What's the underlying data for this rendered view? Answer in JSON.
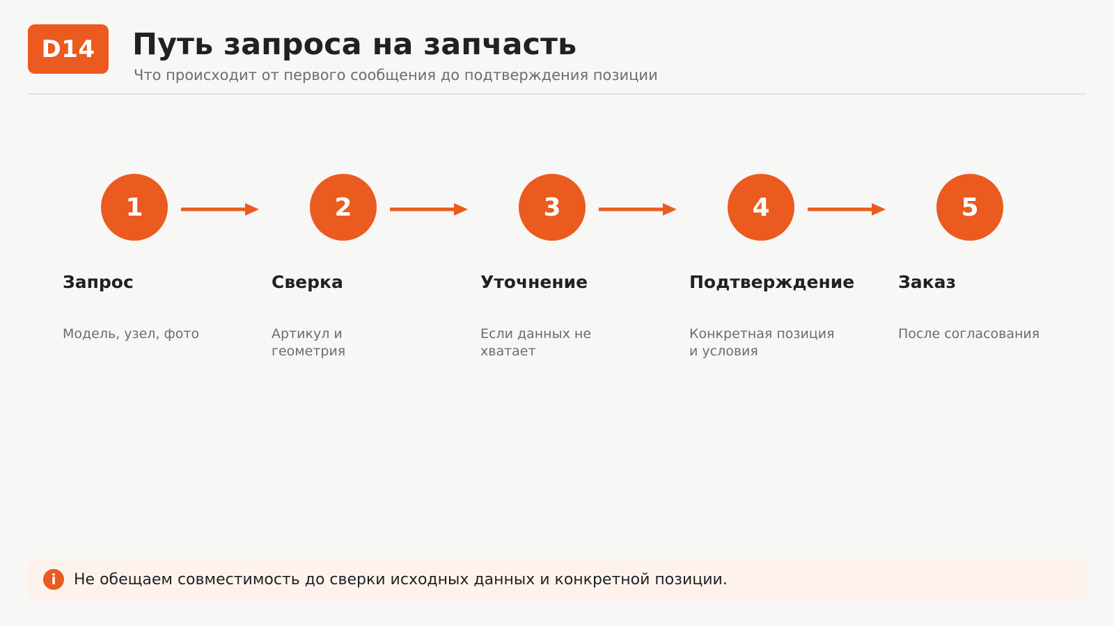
{
  "header": {
    "badge": "D14",
    "title": "Путь запроса на запчасть",
    "subtitle": "Что происходит от первого сообщения до подтверждения позиции"
  },
  "steps": [
    {
      "number": "1",
      "title": "Запрос",
      "description": "Модель, узел, фото"
    },
    {
      "number": "2",
      "title": "Сверка",
      "description": "Артикул и геометрия"
    },
    {
      "number": "3",
      "title": "Уточнение",
      "description": "Если данных не хватает"
    },
    {
      "number": "4",
      "title": "Подтверждение",
      "description": "Конкретная позиция и условия"
    },
    {
      "number": "5",
      "title": "Заказ",
      "description": "После согласования"
    }
  ],
  "note": {
    "icon": "info-icon",
    "text": "Не обещаем совместимость до сверки исходных данных и конкретной позиции."
  },
  "colors": {
    "accent": "#eb5a1e",
    "background": "#f7f7f5",
    "note_background": "#fdf3ec",
    "text": "#1f2124",
    "muted_text": "#6a6c70"
  }
}
